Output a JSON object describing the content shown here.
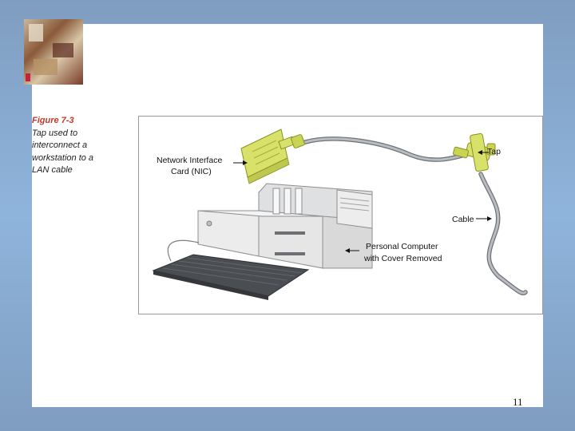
{
  "caption": {
    "figure": "Figure 7-3",
    "lines": [
      "Tap used to",
      "interconnect a",
      "workstation to a",
      "LAN cable"
    ]
  },
  "diagram": {
    "labels": {
      "nic_line1": "Network Interface",
      "nic_line2": "Card (NIC)",
      "tap": "Tap",
      "cable": "Cable",
      "pc_line1": "Personal Computer",
      "pc_line2": "with Cover Removed"
    }
  },
  "page_number": "11",
  "colors": {
    "accent": "#c0392b",
    "nic": "#d8e26a",
    "cable": "#9a9ea3",
    "chassis": "#e8e8e8",
    "keyboard": "#4a4d52"
  }
}
